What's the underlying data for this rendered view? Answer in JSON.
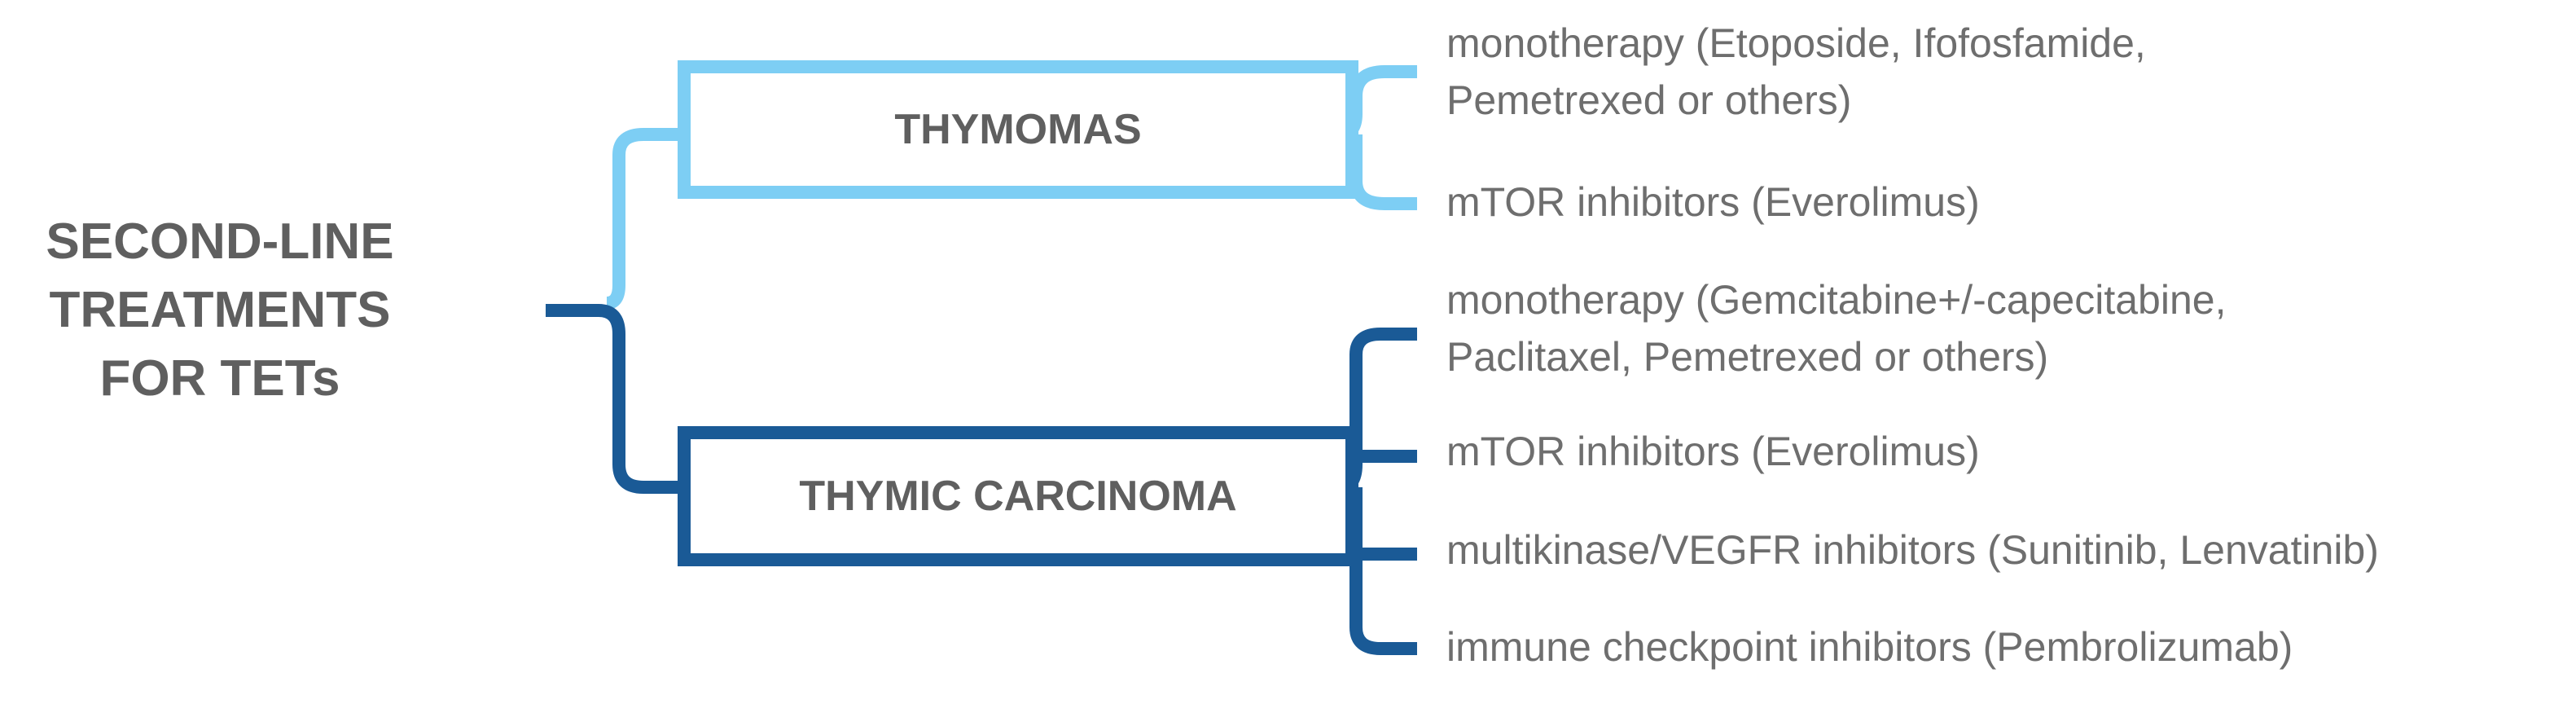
{
  "root": {
    "lines": [
      "SECOND-LINE",
      "TREATMENTS",
      "FOR TETs"
    ]
  },
  "branches": [
    {
      "label": "THYMOMAS",
      "color": "#7dcef4",
      "items": [
        {
          "lines": [
            "monotherapy (Etoposide, Ifofosfamide,",
            "Pemetrexed or others)"
          ]
        },
        {
          "lines": [
            "mTOR inhibitors (Everolimus)"
          ]
        }
      ]
    },
    {
      "label": "THYMIC CARCINOMA",
      "color": "#1a5a96",
      "items": [
        {
          "lines": [
            "monotherapy (Gemcitabine+/-capecitabine,",
            "Paclitaxel, Pemetrexed or others)"
          ]
        },
        {
          "lines": [
            "mTOR inhibitors (Everolimus)"
          ]
        },
        {
          "lines": [
            "multikinase/VEGFR inhibitors (Sunitinib, Lenvatinib)"
          ]
        },
        {
          "lines": [
            "immune checkpoint inhibitors (Pembrolizumab)"
          ]
        }
      ]
    }
  ],
  "colors": {
    "text_dark": "#5f5f5f",
    "text_leaf": "#6e6e6e"
  }
}
